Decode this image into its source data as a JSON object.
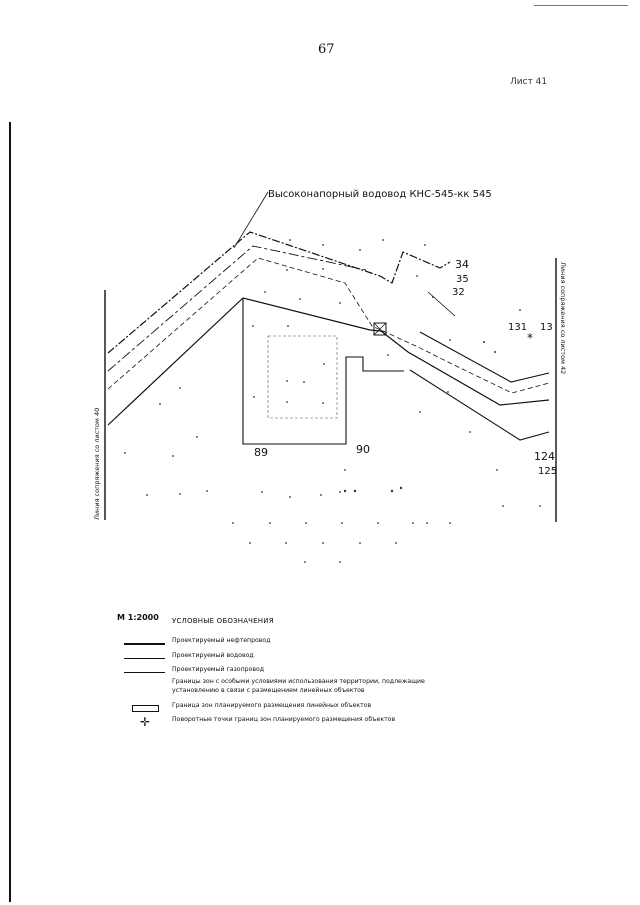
{
  "page": {
    "number": "67",
    "sheet_label": "Лист 41"
  },
  "map": {
    "title": "Высоконапорный водовод КНС-545-кк 545",
    "side_left_label": "Линия сопряжения со листом 40",
    "side_right_label": "Линия сопряжения со листом 42",
    "point_labels": {
      "p34": "34",
      "p35": "35",
      "p32": "32",
      "p131": "131",
      "p13": "13",
      "p124": "124",
      "p125": "125",
      "p89": "89",
      "p90": "90"
    }
  },
  "legend": {
    "scale": "М 1:2000",
    "title": "УСЛОВНЫЕ ОБОЗНАЧЕНИЯ",
    "items": [
      {
        "label": "Проектируемый нефтепровод",
        "symbol": "thick-line"
      },
      {
        "label": "Проектируемый водовод",
        "symbol": "line"
      },
      {
        "label": "Проектируемый газопровод",
        "symbol": "thin-line"
      },
      {
        "label": "Границы зон с особыми условиями использования территории, подлежащие",
        "symbol": "none"
      },
      {
        "label": "установлению в связи с размещением линейных объектов",
        "symbol": "none"
      },
      {
        "label": "Граница зон планируемого размещения линейных объектов",
        "symbol": "rectangle"
      },
      {
        "label": "Поворотные точки границ зон планируемого размещения объектов",
        "symbol": "point"
      }
    ]
  }
}
